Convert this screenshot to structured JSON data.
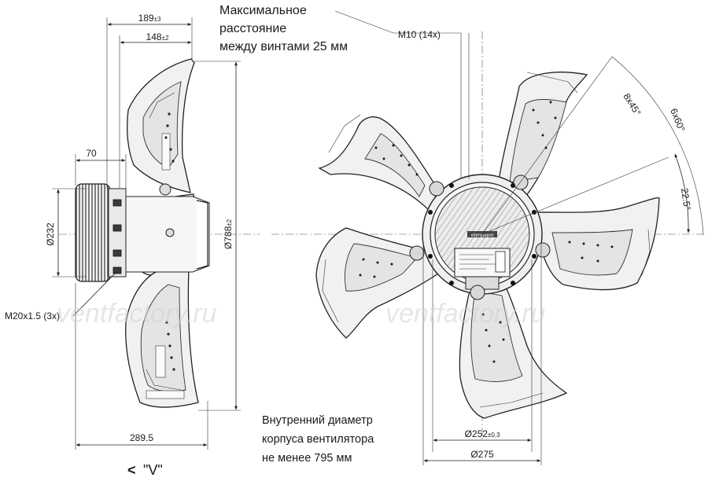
{
  "dimensions": {
    "width_overall": "189",
    "width_overall_tol": "±3",
    "width_inner": "148",
    "width_inner_tol": "±2",
    "motor_depth": "70",
    "diameter_motor": "Ø232",
    "diameter_fan": "Ø788",
    "diameter_fan_tol": "±2",
    "thread_motor": "M20x1.5 (3x)",
    "depth_total": "289.5",
    "thread_screws": "M10 (14x)",
    "diameter_bolt_circle": "Ø252",
    "diameter_bolt_circle_tol": "±0.3",
    "diameter_hub": "Ø275",
    "angle_1": "8x45°",
    "angle_2": "6x60°",
    "angle_3": "22.5°"
  },
  "notes": {
    "max_distance_line1": "Максимальное",
    "max_distance_line2": "расстояние",
    "max_distance_line3": "между винтами 25 мм",
    "inner_diameter_line1": "Внутренний диаметр",
    "inner_diameter_line2": "корпуса вентилятора",
    "inner_diameter_line3": "не менее 795 мм"
  },
  "view_label": {
    "arrow": "<",
    "text": "\"V\""
  },
  "watermark": "ventfactory.ru",
  "hub_logo": "ebmpapst"
}
